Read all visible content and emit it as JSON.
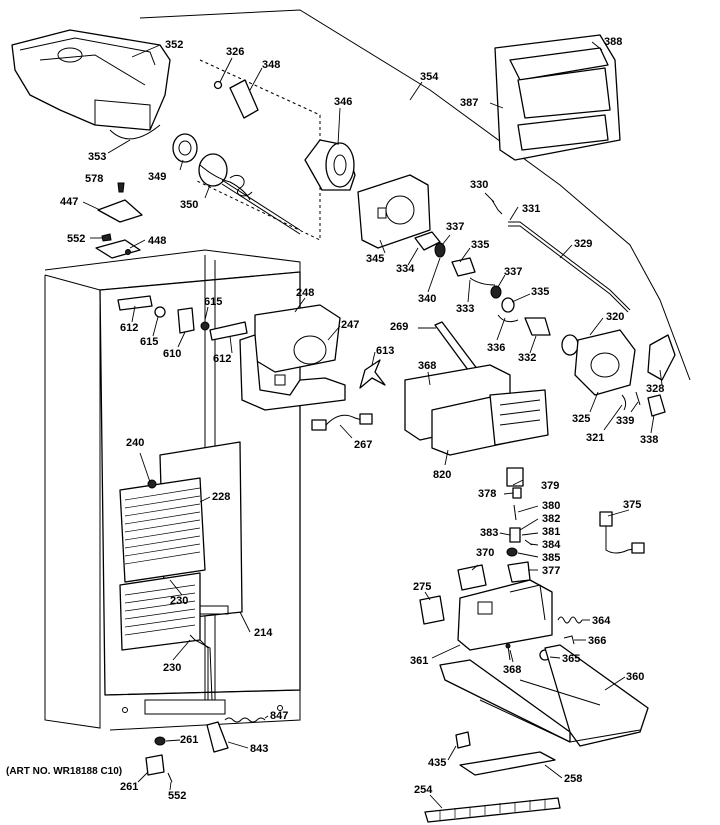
{
  "art_number": "(ART NO. WR18188 C10)",
  "callouts": [
    {
      "id": "c352",
      "label": "352"
    },
    {
      "id": "c326",
      "label": "326"
    },
    {
      "id": "c348",
      "label": "348"
    },
    {
      "id": "c346",
      "label": "346"
    },
    {
      "id": "c354",
      "label": "354"
    },
    {
      "id": "c388",
      "label": "388"
    },
    {
      "id": "c387",
      "label": "387"
    },
    {
      "id": "c353",
      "label": "353"
    },
    {
      "id": "c349",
      "label": "349"
    },
    {
      "id": "c578",
      "label": "578"
    },
    {
      "id": "c350",
      "label": "350"
    },
    {
      "id": "c447",
      "label": "447"
    },
    {
      "id": "c330",
      "label": "330"
    },
    {
      "id": "c331",
      "label": "331"
    },
    {
      "id": "c552a",
      "label": "552"
    },
    {
      "id": "c448",
      "label": "448"
    },
    {
      "id": "c345",
      "label": "345"
    },
    {
      "id": "c337a",
      "label": "337"
    },
    {
      "id": "c335a",
      "label": "335"
    },
    {
      "id": "c329",
      "label": "329"
    },
    {
      "id": "c334",
      "label": "334"
    },
    {
      "id": "c337b",
      "label": "337"
    },
    {
      "id": "c340",
      "label": "340"
    },
    {
      "id": "c333",
      "label": "333"
    },
    {
      "id": "c335b",
      "label": "335"
    },
    {
      "id": "c248",
      "label": "248"
    },
    {
      "id": "c615a",
      "label": "615"
    },
    {
      "id": "c612a",
      "label": "612"
    },
    {
      "id": "c615b",
      "label": "615"
    },
    {
      "id": "c610",
      "label": "610"
    },
    {
      "id": "c612b",
      "label": "612"
    },
    {
      "id": "c247",
      "label": "247"
    },
    {
      "id": "c269",
      "label": "269"
    },
    {
      "id": "c320",
      "label": "320"
    },
    {
      "id": "c336",
      "label": "336"
    },
    {
      "id": "c332",
      "label": "332"
    },
    {
      "id": "c613",
      "label": "613"
    },
    {
      "id": "c368a",
      "label": "368"
    },
    {
      "id": "c328",
      "label": "328"
    },
    {
      "id": "c325",
      "label": "325"
    },
    {
      "id": "c339",
      "label": "339"
    },
    {
      "id": "c321",
      "label": "321"
    },
    {
      "id": "c338",
      "label": "338"
    },
    {
      "id": "c267",
      "label": "267"
    },
    {
      "id": "c240",
      "label": "240"
    },
    {
      "id": "c820",
      "label": "820"
    },
    {
      "id": "c379",
      "label": "379"
    },
    {
      "id": "c378",
      "label": "378"
    },
    {
      "id": "c228",
      "label": "228"
    },
    {
      "id": "c380",
      "label": "380"
    },
    {
      "id": "c375",
      "label": "375"
    },
    {
      "id": "c382",
      "label": "382"
    },
    {
      "id": "c381",
      "label": "381"
    },
    {
      "id": "c383",
      "label": "383"
    },
    {
      "id": "c384",
      "label": "384"
    },
    {
      "id": "c370",
      "label": "370"
    },
    {
      "id": "c385",
      "label": "385"
    },
    {
      "id": "c377",
      "label": "377"
    },
    {
      "id": "c275",
      "label": "275"
    },
    {
      "id": "c230a",
      "label": "230"
    },
    {
      "id": "c364",
      "label": "364"
    },
    {
      "id": "c214",
      "label": "214"
    },
    {
      "id": "c366",
      "label": "366"
    },
    {
      "id": "c230b",
      "label": "230"
    },
    {
      "id": "c361",
      "label": "361"
    },
    {
      "id": "c368b",
      "label": "368"
    },
    {
      "id": "c365",
      "label": "365"
    },
    {
      "id": "c360",
      "label": "360"
    },
    {
      "id": "c847",
      "label": "847"
    },
    {
      "id": "c261a",
      "label": "261"
    },
    {
      "id": "c843",
      "label": "843"
    },
    {
      "id": "c435",
      "label": "435"
    },
    {
      "id": "c258",
      "label": "258"
    },
    {
      "id": "c261b",
      "label": "261"
    },
    {
      "id": "c552b",
      "label": "552"
    },
    {
      "id": "c254",
      "label": "254"
    }
  ]
}
